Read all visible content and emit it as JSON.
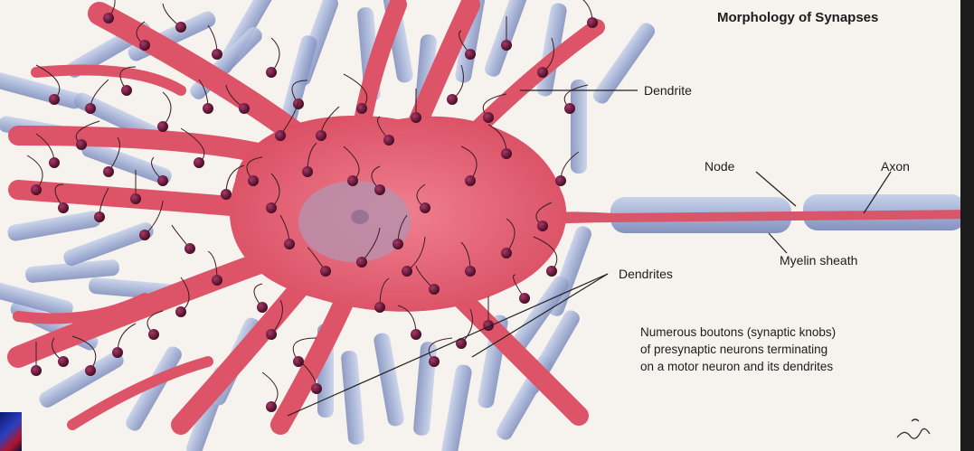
{
  "diagram": {
    "title": "Morphology of Synapses",
    "labels": {
      "dendrite": "Dendrite",
      "node": "Node",
      "axon": "Axon",
      "myelin_sheath": "Myelin sheath",
      "dendrites": "Dendrites"
    },
    "caption": [
      "Numerous boutons (synaptic knobs)",
      "of presynaptic neurons terminating",
      "on a motor neuron and its dendrites"
    ],
    "colors": {
      "neuron_body": "#e3586b",
      "neuron_dark": "#b83447",
      "nucleus": "#b58aa8",
      "myelin": "#a9b6d8",
      "bouton": "#5a0f2a",
      "fiber": "#3a1c24"
    }
  }
}
